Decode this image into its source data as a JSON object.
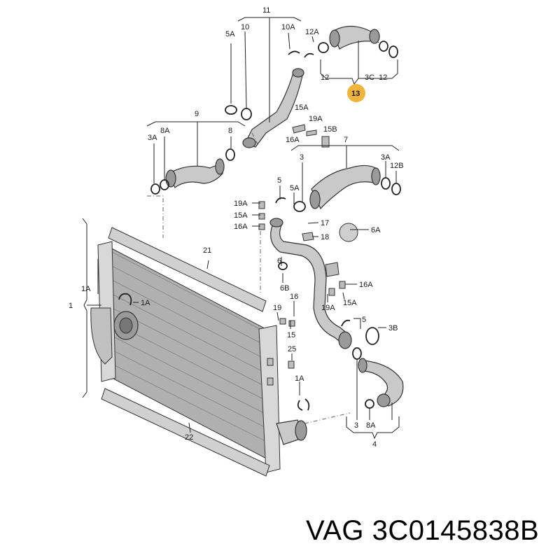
{
  "caption": "VAG 3C0145838B",
  "highlight_color": "#f0b43c",
  "labels": {
    "l11": "11",
    "l10": "10",
    "l10a": "10A",
    "l5a_top": "5A",
    "l12a": "12A",
    "l12_left": "12",
    "l3c": "3C",
    "l12_right": "12",
    "l13": "13",
    "l9": "9",
    "l3a_left": "3A",
    "l8a_left": "8A",
    "l8_top": "8",
    "l15a_top": "15A",
    "l19a_top": "19A",
    "l15b": "15B",
    "l16a_top": "16A",
    "l7": "7",
    "l3_right": "3",
    "l3a_right": "3A",
    "l12b": "12B",
    "l5_mid": "5",
    "l5a_mid": "5A",
    "l19a_mid": "19A",
    "l15a_mid": "15A",
    "l16a_mid": "16A",
    "l17": "17",
    "l18": "18",
    "l6a": "6A",
    "l6": "6",
    "l6b": "6B",
    "l16a_low": "16A",
    "l19a_low": "19A",
    "l15a_low": "15A",
    "l16": "16",
    "l19": "19",
    "l15": "15",
    "l5_low": "5",
    "l3b": "3B",
    "l25": "25",
    "l1a_bottom": "1A",
    "l3_bottom": "3",
    "l8a_bottom": "8A",
    "l4": "4",
    "l21": "21",
    "l22": "22",
    "l1": "1",
    "l1a_left": "1A",
    "l1a_inner": "1A"
  }
}
